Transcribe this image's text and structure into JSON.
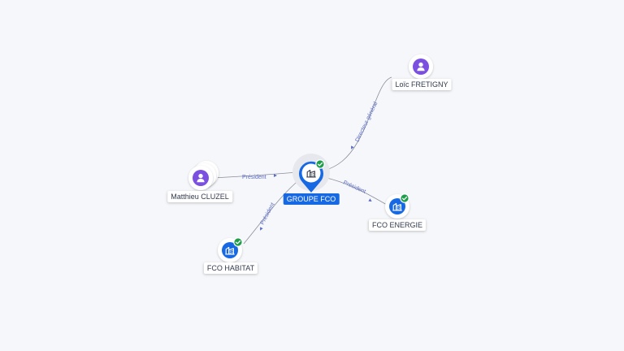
{
  "graph": {
    "center": {
      "label": "GROUPE FCO",
      "type": "company",
      "verified": true
    },
    "nodes": [
      {
        "id": "loic",
        "label": "Loïc FRETIGNY",
        "type": "person"
      },
      {
        "id": "matthieu",
        "label": "Matthieu CLUZEL",
        "type": "person"
      },
      {
        "id": "energie",
        "label": "FCO ENERGIE",
        "type": "company",
        "verified": true
      },
      {
        "id": "habitat",
        "label": "FCO HABITAT",
        "type": "company",
        "verified": true
      }
    ],
    "edges": [
      {
        "from": "loic",
        "to": "center",
        "label": "Directeur général"
      },
      {
        "from": "matthieu",
        "to": "center",
        "label": "Président"
      },
      {
        "from": "center",
        "to": "energie",
        "label": "Président"
      },
      {
        "from": "center",
        "to": "habitat",
        "label": "Président"
      }
    ]
  },
  "colors": {
    "background": "#f6f7fa",
    "person": "#7b4fe0",
    "company": "#1668e3",
    "verified": "#1e9e4a",
    "edge": "#8a8f9c",
    "edge_label": "#5b6cc4"
  },
  "icons": {
    "person": "person-icon",
    "company": "building-icon",
    "verified": "check-icon"
  }
}
